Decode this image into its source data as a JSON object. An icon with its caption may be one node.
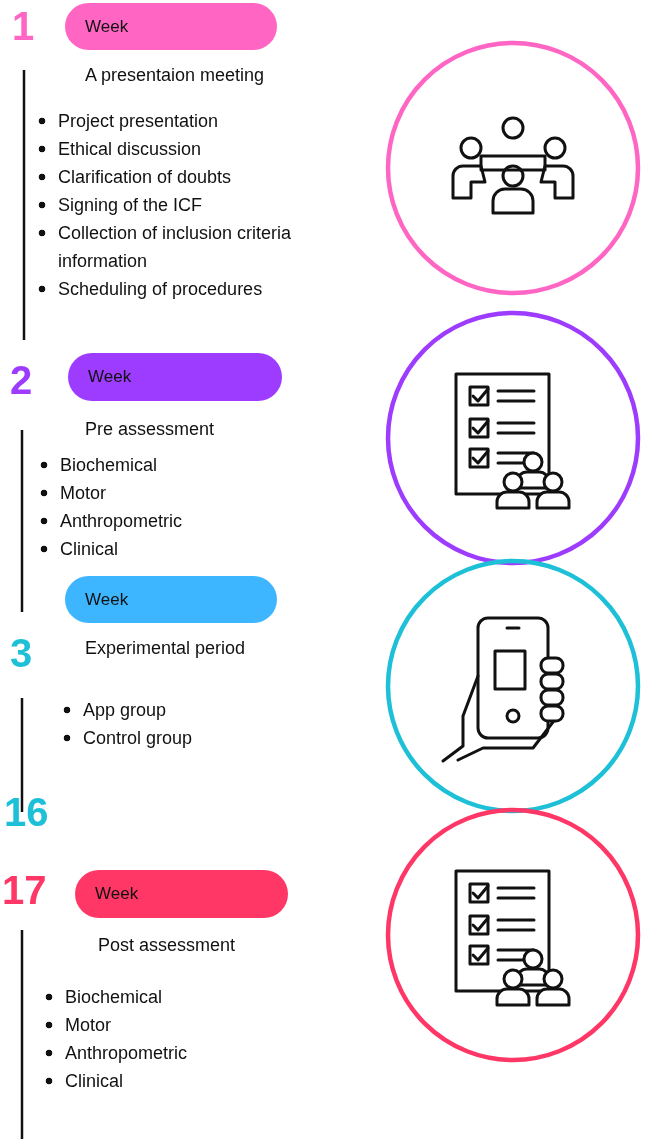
{
  "diagram": {
    "nodes": [
      {
        "text": [
          "Week"
        ],
        "beside": [
          "1"
        ]
      },
      {
        "text": [
          "Week"
        ],
        "beside": [
          "2"
        ]
      },
      {
        "text": [
          "Week"
        ],
        "beside": [
          "3"
        ]
      },
      {
        "text": [
          "Week"
        ],
        "beside": [
          "17"
        ]
      }
    ],
    "labels": [
      "A presentaion meeting",
      "Project presentation",
      "Ethical discussion",
      "Clarification of doubts",
      "Signing of the ICF",
      "Collection of inclusion criteria information",
      "Scheduling of procedures",
      "Pre assessment",
      "Biochemical",
      "Motor",
      "Anthropometric",
      "Clinical",
      "Experimental period",
      "App group",
      "Control group",
      "16",
      "Post assessment",
      "Biochemical",
      "Motor",
      "Anthropometric",
      "Clinical"
    ]
  }
}
